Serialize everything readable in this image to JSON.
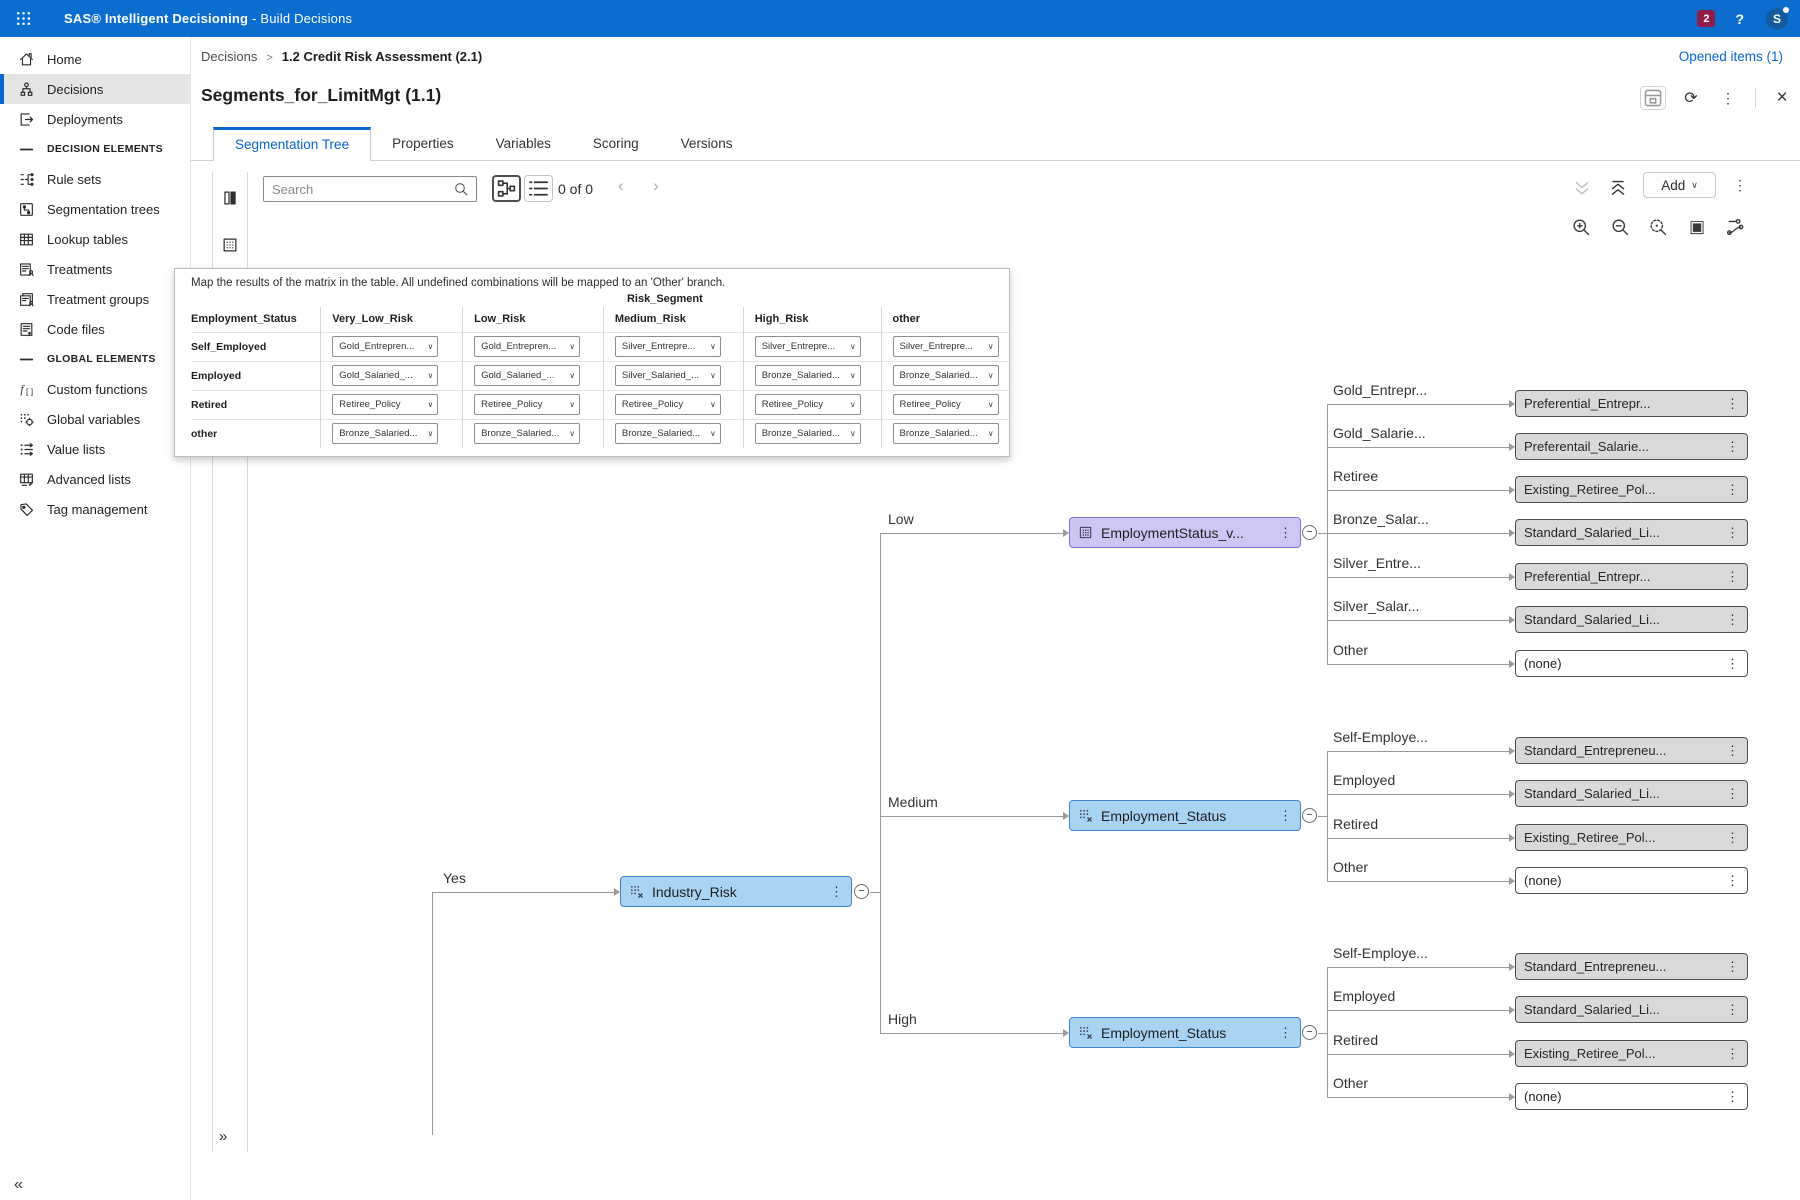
{
  "colors": {
    "topbar": "#0b6ecf",
    "accent": "#0766d1",
    "notification_badge": "#8e1d49",
    "edge": "#9a9a9a",
    "node_blue_fill": "#a9d3f3",
    "node_blue_border": "#3c86cd",
    "node_purple_fill": "#cfc5f2",
    "node_purple_border": "#8273d9",
    "leaf_gray_fill": "#d9d9d9",
    "leaf_white_fill": "#ffffff",
    "leaf_border": "#4f4f4f"
  },
  "icons": {
    "kebab": "⋮",
    "minus": "−",
    "close": "×",
    "sync": "⟳",
    "prev": "‹",
    "next": "›",
    "caret_down": "∨",
    "collapse_left": "«",
    "expand_right": "»",
    "overview": "▣"
  },
  "app": {
    "title_bold": "SAS® Intelligent Decisioning",
    "title_suffix": " - Build Decisions",
    "notification_count": "2",
    "help_label": "?",
    "avatar_initial": "S"
  },
  "sidebar": {
    "items": [
      {
        "label": "Home",
        "icon": "home-icon"
      },
      {
        "label": "Decisions",
        "icon": "decisions-icon",
        "selected": true
      },
      {
        "label": "Deployments",
        "icon": "deployments-icon"
      },
      {
        "label": "DECISION ELEMENTS",
        "icon": "section-dash-icon",
        "header": true
      },
      {
        "label": "Rule sets",
        "icon": "rule-sets-icon"
      },
      {
        "label": "Segmentation trees",
        "icon": "segmentation-trees-icon"
      },
      {
        "label": "Lookup tables",
        "icon": "lookup-tables-icon"
      },
      {
        "label": "Treatments",
        "icon": "treatments-icon"
      },
      {
        "label": "Treatment groups",
        "icon": "treatment-groups-icon"
      },
      {
        "label": "Code files",
        "icon": "code-files-icon"
      },
      {
        "label": "GLOBAL ELEMENTS",
        "icon": "section-dash-icon",
        "header": true
      },
      {
        "label": "Custom functions",
        "icon": "custom-functions-icon"
      },
      {
        "label": "Global variables",
        "icon": "global-variables-icon"
      },
      {
        "label": "Value lists",
        "icon": "value-lists-icon"
      },
      {
        "label": "Advanced lists",
        "icon": "advanced-lists-icon"
      },
      {
        "label": "Tag management",
        "icon": "tag-management-icon"
      }
    ]
  },
  "breadcrumb": {
    "parent": "Decisions",
    "separator": ">",
    "current": "1.2 Credit Risk Assessment (2.1)"
  },
  "header": {
    "opened_items": "Opened items (1)",
    "page_title": "Segments_for_LimitMgt (1.1)"
  },
  "tabs": [
    "Segmentation Tree",
    "Properties",
    "Variables",
    "Scoring",
    "Versions"
  ],
  "active_tab": "Segmentation Tree",
  "toolbar": {
    "search_placeholder": "Search",
    "result_count": "0 of 0",
    "add_label": "Add"
  },
  "matrix": {
    "instruction": "Map the results of the matrix in the table. All undefined combinations will be mapped to an 'Other' branch.",
    "group_header": "Risk_Segment",
    "columns": [
      "Employment_Status",
      "Very_Low_Risk",
      "Low_Risk",
      "Medium_Risk",
      "High_Risk",
      "other"
    ],
    "rows": [
      {
        "label": "Self_Employed",
        "values": [
          "Gold_Entrepren...",
          "Gold_Entrepren...",
          "Silver_Entrepre...",
          "Silver_Entrepre...",
          "Silver_Entrepre..."
        ]
      },
      {
        "label": "Employed",
        "values": [
          "Gold_Salaried_...",
          "Gold_Salaried_...",
          "Silver_Salaried_...",
          "Bronze_Salaried...",
          "Bronze_Salaried..."
        ]
      },
      {
        "label": "Retired",
        "values": [
          "Retiree_Policy",
          "Retiree_Policy",
          "Retiree_Policy",
          "Retiree_Policy",
          "Retiree_Policy"
        ]
      },
      {
        "label": "other",
        "values": [
          "Bronze_Salaried...",
          "Bronze_Salaried...",
          "Bronze_Salaried...",
          "Bronze_Salaried...",
          "Bronze_Salaried..."
        ]
      }
    ]
  },
  "tree": {
    "entry_branch_label": "Yes",
    "root_node": {
      "label": "Industry_Risk",
      "style": "blue",
      "icon": "variable-icon"
    },
    "branches": [
      {
        "branch_label": "Low",
        "node": {
          "label": "EmploymentStatus_v...",
          "style": "purple",
          "icon": "table-icon"
        },
        "leaves": [
          {
            "branch_label": "Gold_Entrepr...",
            "target_label": "Preferential_Entrepr...",
            "style": "gray"
          },
          {
            "branch_label": "Gold_Salarie...",
            "target_label": "Preferentail_Salarie...",
            "style": "gray"
          },
          {
            "branch_label": "Retiree",
            "target_label": "Existing_Retiree_Pol...",
            "style": "gray"
          },
          {
            "branch_label": "Bronze_Salar...",
            "target_label": "Standard_Salaried_Li...",
            "style": "gray"
          },
          {
            "branch_label": "Silver_Entre...",
            "target_label": "Preferential_Entrepr...",
            "style": "gray"
          },
          {
            "branch_label": "Silver_Salar...",
            "target_label": "Standard_Salaried_Li...",
            "style": "gray"
          },
          {
            "branch_label": "Other",
            "target_label": "(none)",
            "style": "white"
          }
        ]
      },
      {
        "branch_label": "Medium",
        "node": {
          "label": "Employment_Status",
          "style": "blue",
          "icon": "variable-icon"
        },
        "leaves": [
          {
            "branch_label": "Self-Employe...",
            "target_label": "Standard_Entrepreneu...",
            "style": "gray"
          },
          {
            "branch_label": "Employed",
            "target_label": "Standard_Salaried_Li...",
            "style": "gray"
          },
          {
            "branch_label": "Retired",
            "target_label": "Existing_Retiree_Pol...",
            "style": "gray"
          },
          {
            "branch_label": "Other",
            "target_label": "(none)",
            "style": "white"
          }
        ]
      },
      {
        "branch_label": "High",
        "node": {
          "label": "Employment_Status",
          "style": "blue",
          "icon": "variable-icon"
        },
        "leaves": [
          {
            "branch_label": "Self-Employe...",
            "target_label": "Standard_Entrepreneu...",
            "style": "gray"
          },
          {
            "branch_label": "Employed",
            "target_label": "Standard_Salaried_Li...",
            "style": "gray"
          },
          {
            "branch_label": "Retired",
            "target_label": "Existing_Retiree_Pol...",
            "style": "gray"
          },
          {
            "branch_label": "Other",
            "target_label": "(none)",
            "style": "white"
          }
        ]
      }
    ]
  }
}
